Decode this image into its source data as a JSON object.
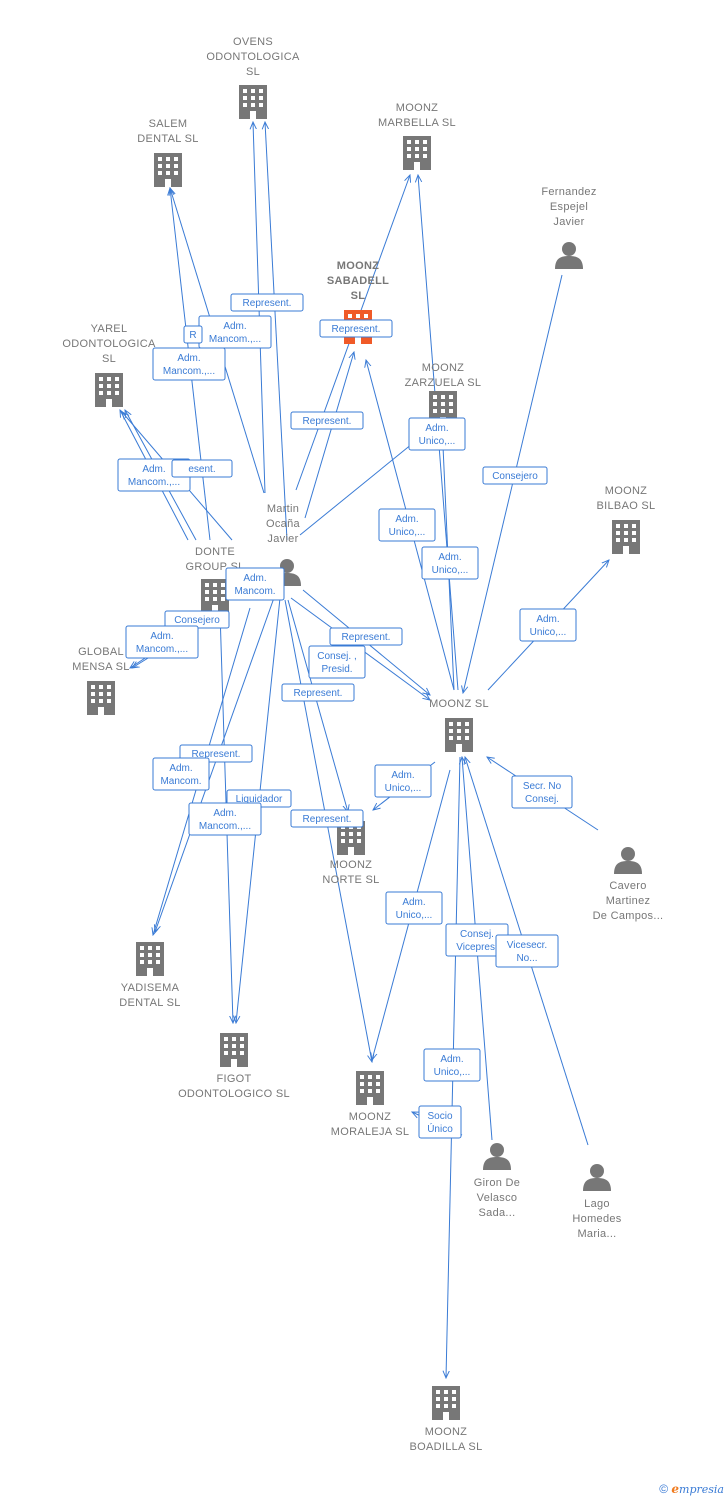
{
  "colors": {
    "edge": "#3a7bd5",
    "company": "#777777",
    "focus": "#f05a28",
    "person": "#777777"
  },
  "nodes": [
    {
      "id": "ovens",
      "type": "company",
      "label": [
        "OVENS",
        "ODONTOLOGICA",
        "SL"
      ]
    },
    {
      "id": "salem",
      "type": "company",
      "label": [
        "SALEM",
        "DENTAL  SL"
      ]
    },
    {
      "id": "marbella",
      "type": "company",
      "label": [
        "MOONZ",
        "MARBELLA  SL"
      ]
    },
    {
      "id": "fernandez",
      "type": "person",
      "label": [
        "Fernandez",
        "Espejel",
        "Javier"
      ]
    },
    {
      "id": "sabadell",
      "type": "focus",
      "label": [
        "MOONZ",
        "SABADELL",
        "SL"
      ]
    },
    {
      "id": "yarel",
      "type": "company",
      "label": [
        "YAREL",
        "ODONTOLOGICA",
        "SL"
      ]
    },
    {
      "id": "zarzuela",
      "type": "company",
      "label": [
        "MOONZ",
        "ZARZUELA  SL"
      ]
    },
    {
      "id": "martin",
      "type": "person",
      "label": [
        "Martin",
        "Ocaña",
        "Javier"
      ]
    },
    {
      "id": "bilbao",
      "type": "company",
      "label": [
        "MOONZ",
        "BILBAO  SL"
      ]
    },
    {
      "id": "donte",
      "type": "company",
      "label": [
        "DONTE",
        "GROUP  SL"
      ]
    },
    {
      "id": "global",
      "type": "company",
      "label": [
        "GLOBAL",
        "MENSA  SL"
      ]
    },
    {
      "id": "moonzsl",
      "type": "company",
      "label": [
        "MOONZ SL"
      ]
    },
    {
      "id": "cavero",
      "type": "person",
      "label": [
        "Cavero",
        "Martinez",
        "De Campos..."
      ]
    },
    {
      "id": "norte",
      "type": "company",
      "label": [
        "MOONZ",
        "NORTE  SL"
      ]
    },
    {
      "id": "yadisema",
      "type": "company",
      "label": [
        "YADISEMA",
        "DENTAL  SL"
      ]
    },
    {
      "id": "figot",
      "type": "company",
      "label": [
        "FIGOT",
        "ODONTOLOGICO SL"
      ]
    },
    {
      "id": "moraleja",
      "type": "company",
      "label": [
        "MOONZ",
        "MORALEJA  SL"
      ]
    },
    {
      "id": "giron",
      "type": "person",
      "label": [
        "Giron De",
        "Velasco",
        "Sada..."
      ]
    },
    {
      "id": "lago",
      "type": "person",
      "label": [
        "Lago",
        "Homedes",
        "Maria..."
      ]
    },
    {
      "id": "boadilla",
      "type": "company",
      "label": [
        "MOONZ",
        "BOADILLA  SL"
      ]
    }
  ],
  "edges": [
    {
      "label": [
        "Represent."
      ]
    },
    {
      "label": [
        "Adm.",
        "Mancom.,..."
      ]
    },
    {
      "label": [
        "R"
      ]
    },
    {
      "label": [
        "Adm.",
        "Mancom.,..."
      ]
    },
    {
      "label": [
        "Represent."
      ]
    },
    {
      "label": [
        "Represent."
      ]
    },
    {
      "label": [
        "Adm.",
        "Unico,..."
      ]
    },
    {
      "label": [
        "Represent."
      ]
    },
    {
      "label": [
        "Adm.",
        "Unico,..."
      ]
    },
    {
      "label": [
        "Adm.",
        "Unico,..."
      ]
    },
    {
      "label": [
        "Consejero"
      ]
    },
    {
      "label": [
        "Adm.",
        "Mancom.,..."
      ]
    },
    {
      "label": [
        "esent."
      ]
    },
    {
      "label": [
        "Adm.",
        "Mancom."
      ]
    },
    {
      "label": [
        "Consejero"
      ]
    },
    {
      "label": [
        "Adm.",
        "Mancom.,..."
      ]
    },
    {
      "label": [
        "Adm.",
        "Unico,..."
      ]
    },
    {
      "label": [
        "Represent."
      ]
    },
    {
      "label": [
        "Consej. ,",
        "Presid."
      ]
    },
    {
      "label": [
        "Represent."
      ]
    },
    {
      "label": [
        "Adm.",
        "Unico,..."
      ]
    },
    {
      "label": [
        "Secr.  No",
        "Consej."
      ]
    },
    {
      "label": [
        "Represent."
      ]
    },
    {
      "label": [
        "Adm.",
        "Mancom."
      ]
    },
    {
      "label": [
        "Liquidador"
      ]
    },
    {
      "label": [
        "Adm.",
        "Mancom.,..."
      ]
    },
    {
      "label": [
        "Represent."
      ]
    },
    {
      "label": [
        "Adm.",
        "Unico,..."
      ]
    },
    {
      "label": [
        "Consej.",
        "Vicepres."
      ]
    },
    {
      "label": [
        "Vicesecr.",
        "No..."
      ]
    },
    {
      "label": [
        "Adm.",
        "Unico,..."
      ]
    },
    {
      "label": [
        "Socio",
        "Único"
      ]
    }
  ],
  "footer": {
    "copyright": "©",
    "brand_e": "e",
    "brand_rest": "mpresia"
  }
}
